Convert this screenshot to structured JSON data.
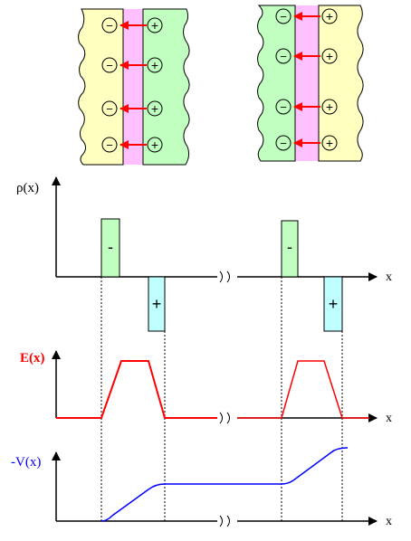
{
  "panels": [
    {
      "name": "junction-left",
      "left_region": {
        "color": "#ffffc0"
      },
      "depletion": {
        "color": "#ffc0ff"
      },
      "right_region": {
        "color": "#c0ffc0"
      },
      "charges": [
        {
          "left": "−",
          "right": "+"
        },
        {
          "left": "−",
          "right": "+"
        },
        {
          "left": "−",
          "right": "+"
        },
        {
          "left": "−",
          "right": "+"
        }
      ]
    },
    {
      "name": "junction-right",
      "left_region": {
        "color": "#c0ffc0"
      },
      "depletion": {
        "color": "#ffc0ff"
      },
      "right_region": {
        "color": "#ffffc0"
      },
      "charges": [
        {
          "left": "−",
          "right": "+"
        },
        {
          "left": "−",
          "right": "+"
        },
        {
          "left": "−",
          "right": "+"
        },
        {
          "left": "−",
          "right": "+"
        }
      ]
    }
  ],
  "field_arrow_color": "#ff0000",
  "plots": {
    "rho": {
      "ylabel": "ρ(x)",
      "xlabel": "x",
      "label_color": "#000000",
      "negative_label": "-",
      "positive_label": "+",
      "negative_color": "#c0ffc0",
      "positive_color": "#c0ffff"
    },
    "efield": {
      "ylabel": "E(x)",
      "xlabel": "x",
      "label_color": "#ff0000",
      "curve_color": "#ff0000"
    },
    "potential": {
      "ylabel": "-V(x)",
      "xlabel": "x",
      "label_color": "#0000ff",
      "curve_color": "#0000ff"
    }
  }
}
